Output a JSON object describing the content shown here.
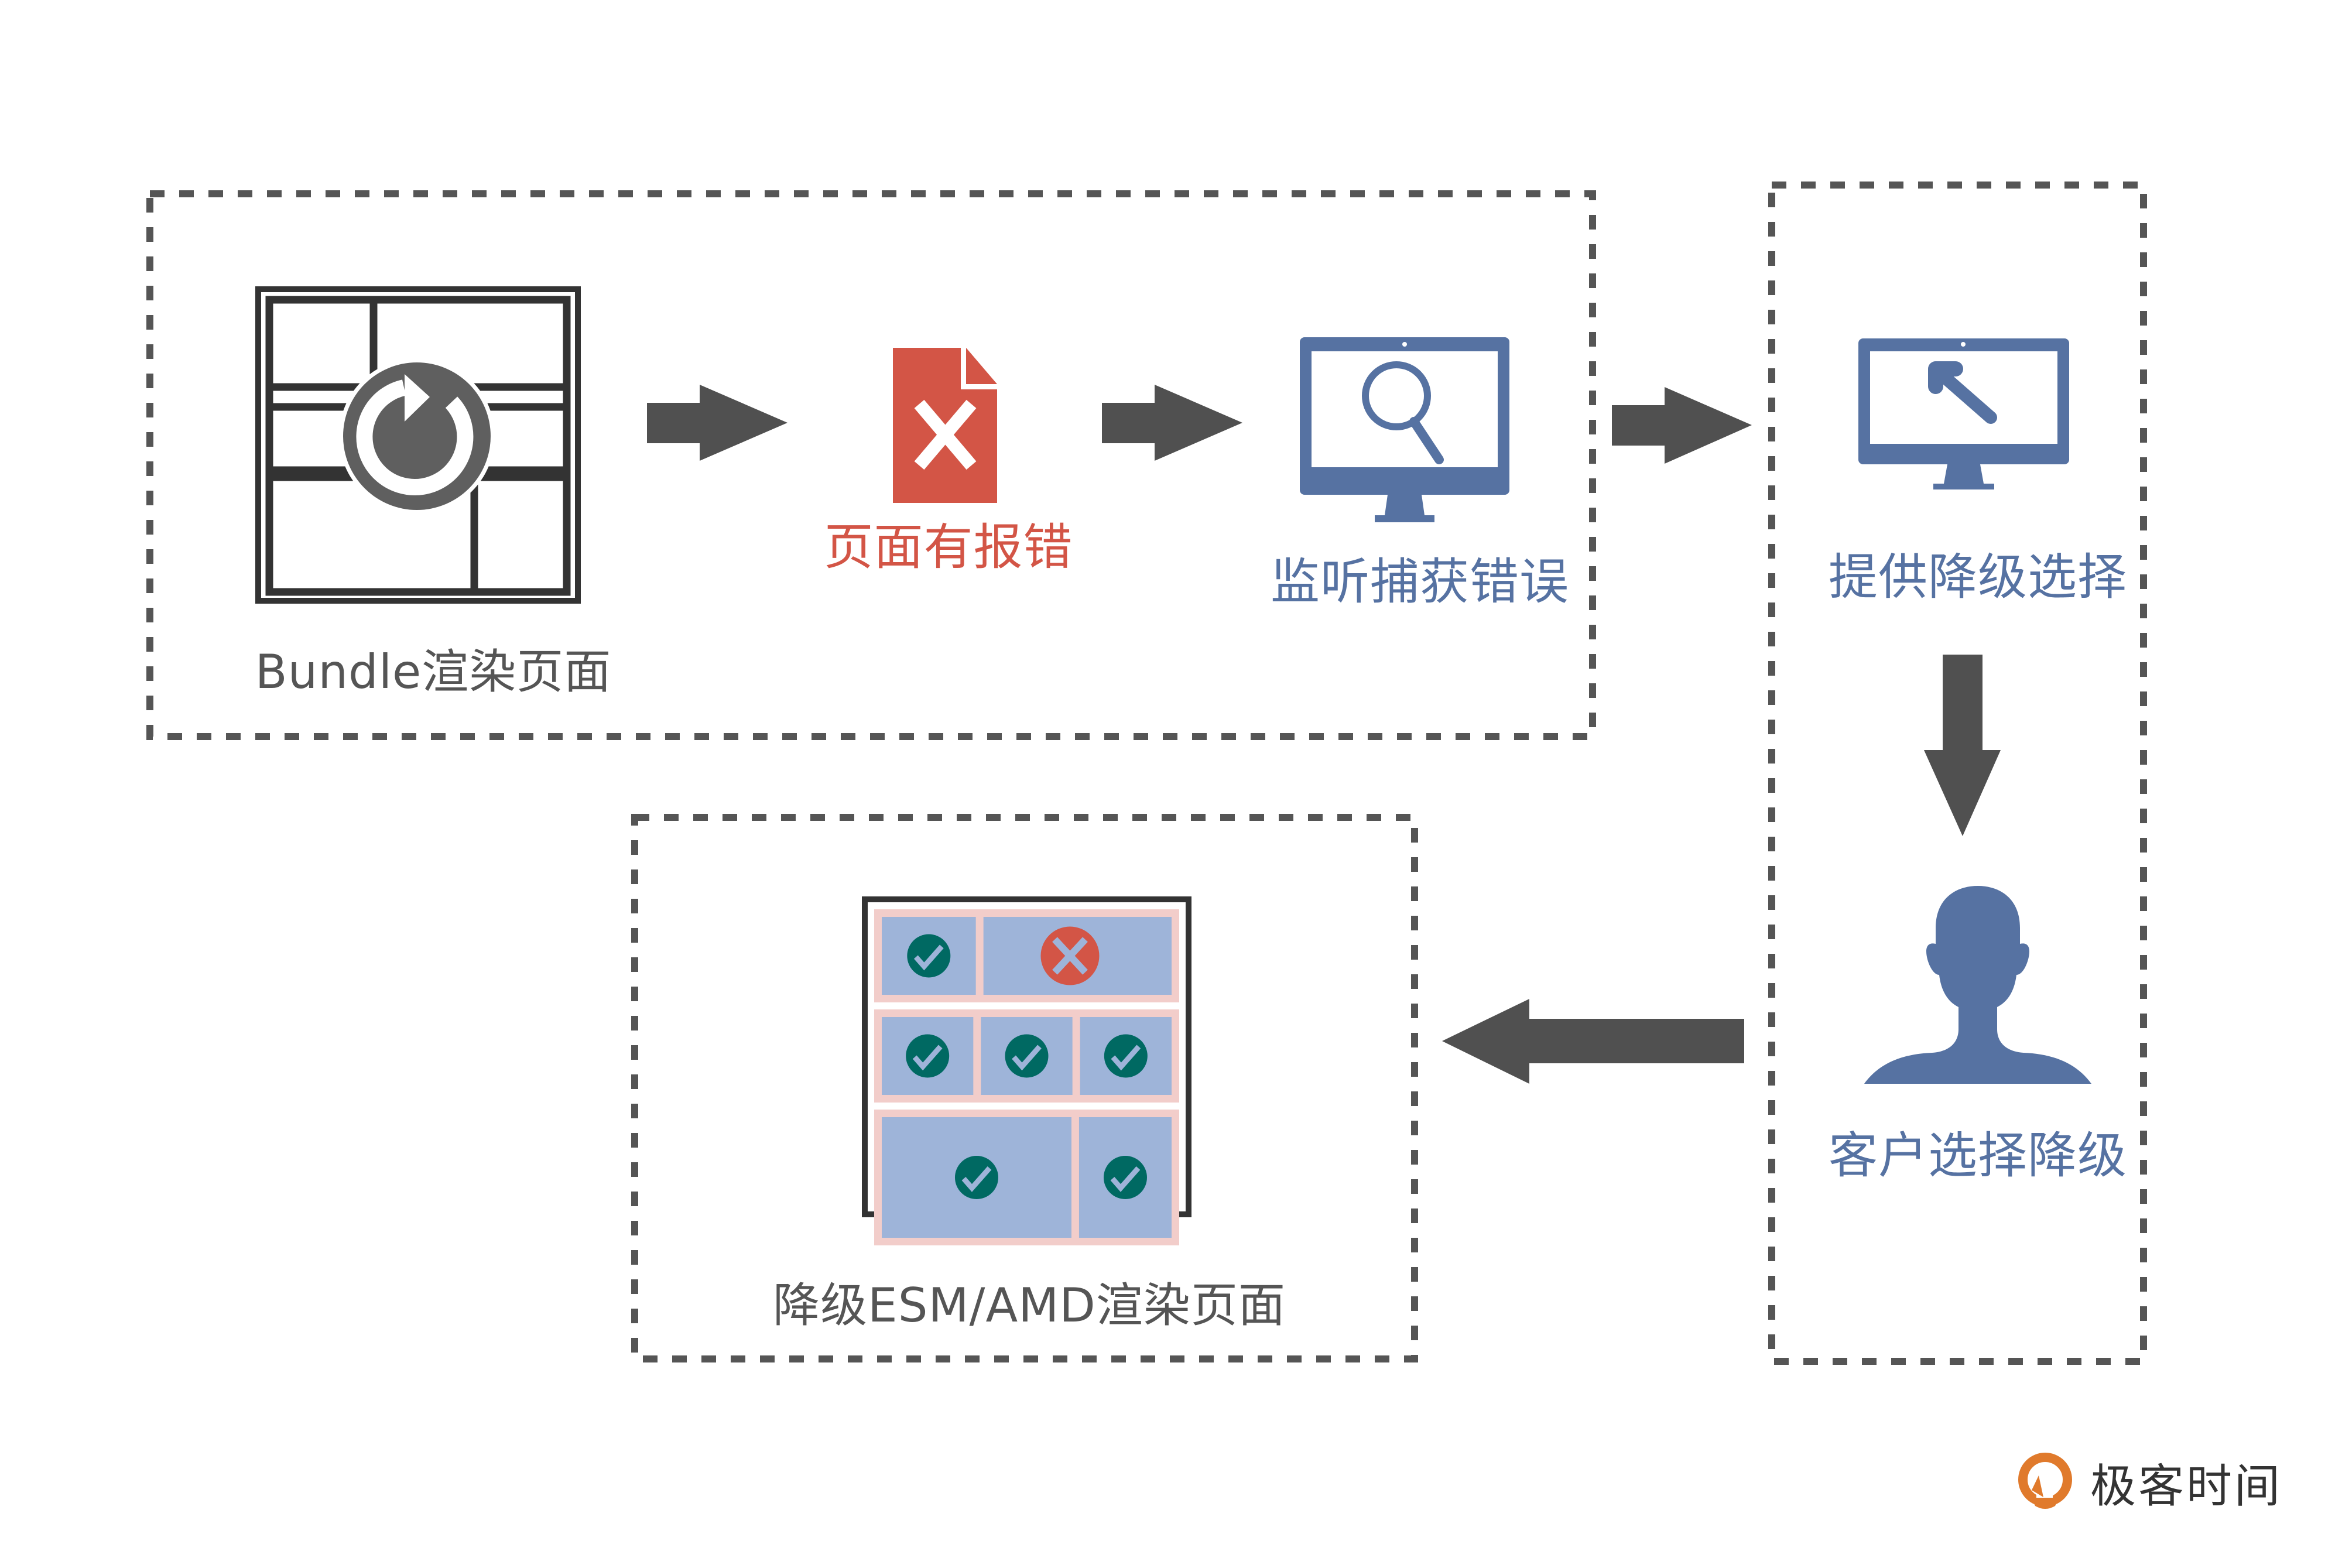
{
  "colors": {
    "dash": "#555555",
    "arrow": "#505050",
    "dark_icon": "#333333",
    "refresh_circle": "#5f5f5f",
    "error_red": "#d35546",
    "monitor_blue": "#5672a2",
    "cell_blue": "#9eb4d9",
    "cell_border_pink": "#f2cdca",
    "check_green": "#006962",
    "logo_orange": "#e07a2c",
    "text_gray": "#555555"
  },
  "groups": [
    {
      "id": "render-and-detect",
      "steps": [
        "bundle-render",
        "page-error",
        "monitor-error"
      ]
    },
    {
      "id": "degrade-choice",
      "steps": [
        "offer-degrade",
        "customer-choose"
      ]
    },
    {
      "id": "degraded-render",
      "steps": [
        "esm-amd-render"
      ]
    }
  ],
  "steps": {
    "bundle_render": {
      "label": "Bundle渲染页面",
      "icon": "refresh-layout-icon"
    },
    "page_error": {
      "label": "页面有报错",
      "icon": "error-file-icon"
    },
    "monitor_error": {
      "label": "监听捕获错误",
      "icon": "monitor-search-icon"
    },
    "offer_degrade": {
      "label": "提供降级选择",
      "icon": "monitor-cursor-icon"
    },
    "customer_choose": {
      "label": "客户选择降级",
      "icon": "user-silhouette-icon"
    },
    "esm_amd_render": {
      "label": "降级ESM/AMD渲染页面",
      "icon": "module-grid-icon"
    }
  },
  "module_grid": {
    "rows": [
      [
        "ok",
        "error"
      ],
      [
        "ok",
        "ok",
        "ok"
      ],
      [
        "ok",
        "ok"
      ]
    ]
  },
  "flow": [
    {
      "from": "bundle_render",
      "to": "page_error",
      "direction": "right"
    },
    {
      "from": "page_error",
      "to": "monitor_error",
      "direction": "right"
    },
    {
      "from": "monitor_error",
      "to": "offer_degrade",
      "direction": "right"
    },
    {
      "from": "offer_degrade",
      "to": "customer_choose",
      "direction": "down"
    },
    {
      "from": "customer_choose",
      "to": "esm_amd_render",
      "direction": "left"
    }
  ],
  "brand": {
    "name": "极客时间",
    "icon": "geektime-logo-icon"
  }
}
